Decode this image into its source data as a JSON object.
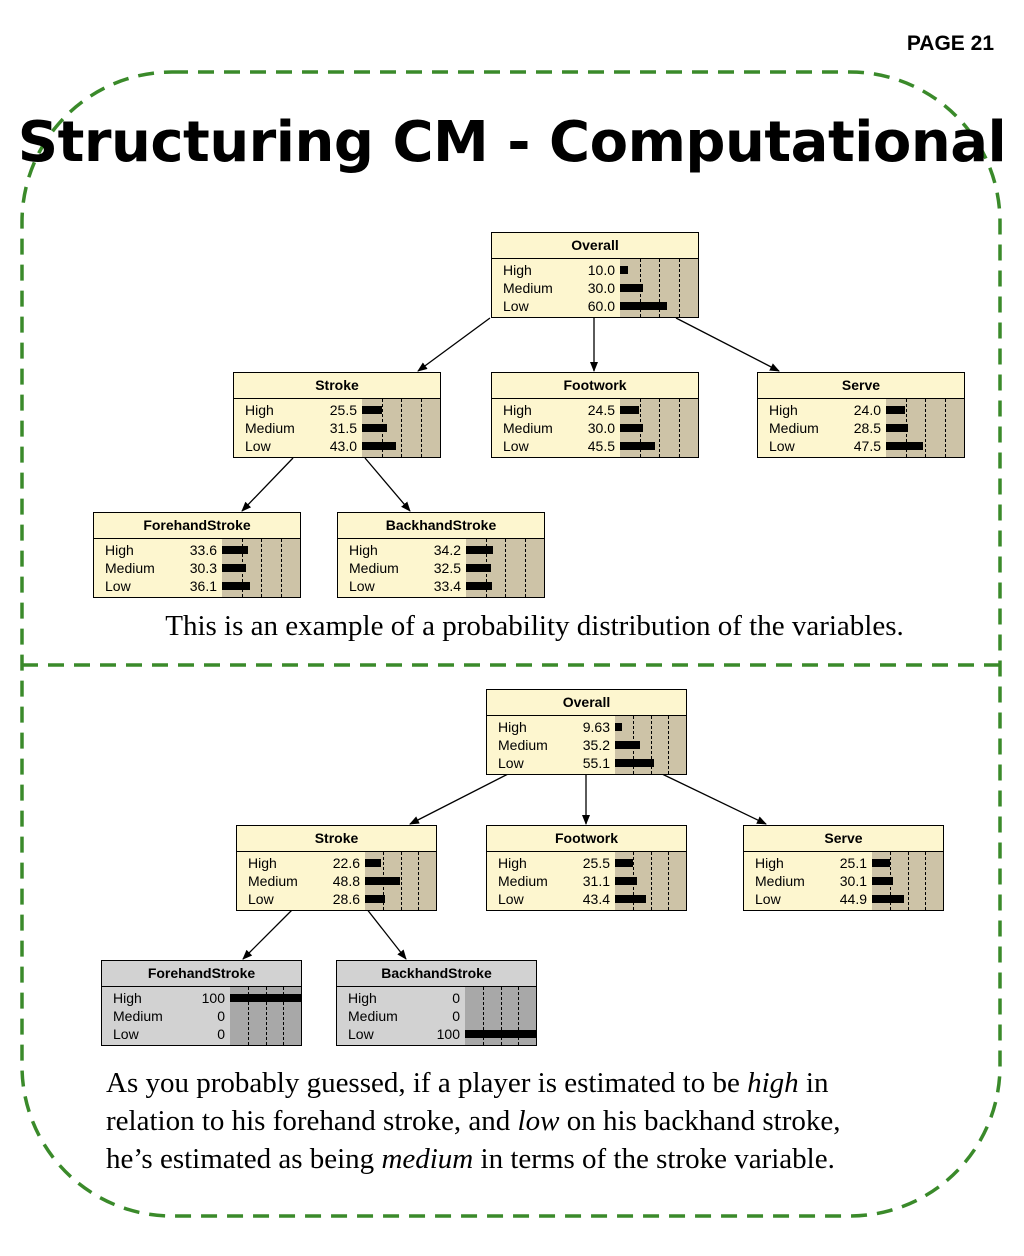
{
  "page_number": "PAGE 21",
  "title": "Structuring CM - Computational",
  "diagrams": [
    {
      "nodes": [
        {
          "name": "Overall",
          "states": [
            {
              "label": "High",
              "value": "10.0",
              "p": 10.0
            },
            {
              "label": "Medium",
              "value": "30.0",
              "p": 30.0
            },
            {
              "label": "Low",
              "value": "60.0",
              "p": 60.0
            }
          ],
          "evidence": false
        },
        {
          "name": "Stroke",
          "states": [
            {
              "label": "High",
              "value": "25.5",
              "p": 25.5
            },
            {
              "label": "Medium",
              "value": "31.5",
              "p": 31.5
            },
            {
              "label": "Low",
              "value": "43.0",
              "p": 43.0
            }
          ],
          "evidence": false
        },
        {
          "name": "Footwork",
          "states": [
            {
              "label": "High",
              "value": "24.5",
              "p": 24.5
            },
            {
              "label": "Medium",
              "value": "30.0",
              "p": 30.0
            },
            {
              "label": "Low",
              "value": "45.5",
              "p": 45.5
            }
          ],
          "evidence": false
        },
        {
          "name": "Serve",
          "states": [
            {
              "label": "High",
              "value": "24.0",
              "p": 24.0
            },
            {
              "label": "Medium",
              "value": "28.5",
              "p": 28.5
            },
            {
              "label": "Low",
              "value": "47.5",
              "p": 47.5
            }
          ],
          "evidence": false
        },
        {
          "name": "ForehandStroke",
          "states": [
            {
              "label": "High",
              "value": "33.6",
              "p": 33.6
            },
            {
              "label": "Medium",
              "value": "30.3",
              "p": 30.3
            },
            {
              "label": "Low",
              "value": "36.1",
              "p": 36.1
            }
          ],
          "evidence": false
        },
        {
          "name": "BackhandStroke",
          "states": [
            {
              "label": "High",
              "value": "34.2",
              "p": 34.2
            },
            {
              "label": "Medium",
              "value": "32.5",
              "p": 32.5
            },
            {
              "label": "Low",
              "value": "33.4",
              "p": 33.4
            }
          ],
          "evidence": false
        }
      ],
      "caption": "This is an example of a probability distribution of the variables."
    },
    {
      "nodes": [
        {
          "name": "Overall",
          "states": [
            {
              "label": "High",
              "value": "9.63",
              "p": 9.63
            },
            {
              "label": "Medium",
              "value": "35.2",
              "p": 35.2
            },
            {
              "label": "Low",
              "value": "55.1",
              "p": 55.1
            }
          ],
          "evidence": false
        },
        {
          "name": "Stroke",
          "states": [
            {
              "label": "High",
              "value": "22.6",
              "p": 22.6
            },
            {
              "label": "Medium",
              "value": "48.8",
              "p": 48.8
            },
            {
              "label": "Low",
              "value": "28.6",
              "p": 28.6
            }
          ],
          "evidence": false
        },
        {
          "name": "Footwork",
          "states": [
            {
              "label": "High",
              "value": "25.5",
              "p": 25.5
            },
            {
              "label": "Medium",
              "value": "31.1",
              "p": 31.1
            },
            {
              "label": "Low",
              "value": "43.4",
              "p": 43.4
            }
          ],
          "evidence": false
        },
        {
          "name": "Serve",
          "states": [
            {
              "label": "High",
              "value": "25.1",
              "p": 25.1
            },
            {
              "label": "Medium",
              "value": "30.1",
              "p": 30.1
            },
            {
              "label": "Low",
              "value": "44.9",
              "p": 44.9
            }
          ],
          "evidence": false
        },
        {
          "name": "ForehandStroke",
          "states": [
            {
              "label": "High",
              "value": "100",
              "p": 100
            },
            {
              "label": "Medium",
              "value": "0",
              "p": 0
            },
            {
              "label": "Low",
              "value": "0",
              "p": 0
            }
          ],
          "evidence": true
        },
        {
          "name": "BackhandStroke",
          "states": [
            {
              "label": "High",
              "value": "0",
              "p": 0
            },
            {
              "label": "Medium",
              "value": "0",
              "p": 0
            },
            {
              "label": "Low",
              "value": "100",
              "p": 100
            }
          ],
          "evidence": true
        }
      ],
      "caption_lines": [
        [
          {
            "t": "As you probably guessed, if a player is estimated to be "
          },
          {
            "t": "high",
            "i": true
          },
          {
            "t": " in"
          }
        ],
        [
          {
            "t": "relation to his forehand stroke, and "
          },
          {
            "t": "low",
            "i": true
          },
          {
            "t": " on his backhand stroke,"
          }
        ],
        [
          {
            "t": "he’s estimated as being "
          },
          {
            "t": "medium",
            "i": true
          },
          {
            "t": " in terms of the stroke variable."
          }
        ]
      ]
    }
  ],
  "colors": {
    "frame": "#3a8a2a",
    "node_header": "#fdf6cf",
    "bar_area": "#cdc3a7",
    "evidence_bg": "#d2d2d2"
  }
}
